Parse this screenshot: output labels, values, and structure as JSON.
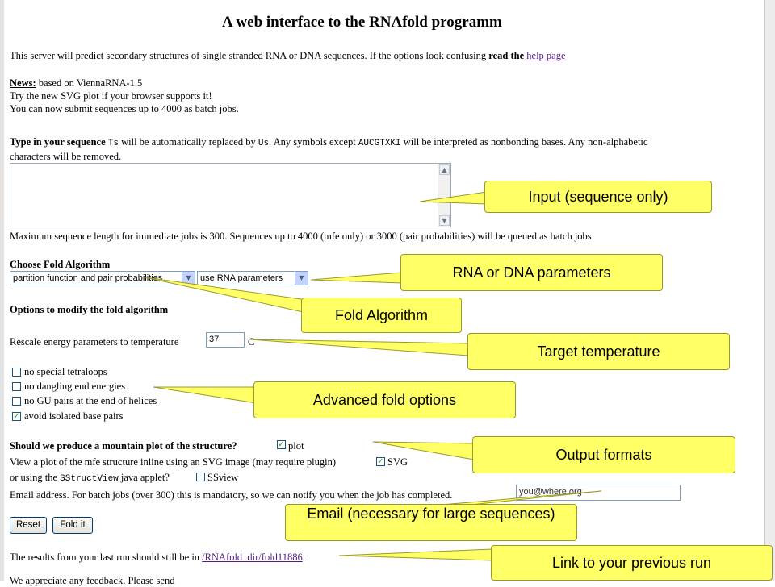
{
  "page": {
    "title": "A web interface to the RNAfold programm",
    "intro": "This server will predict secondary structures of single stranded RNA or DNA sequences. If the options look confusing",
    "intro_bold": "read the",
    "help_link": "help page",
    "news_label": "News:",
    "news_line1": " based on ViennaRNA-1.5",
    "news_line2": "Try the new SVG plot if your browser supports it!",
    "news_line3": "You can now submit sequences up to 4000 as batch jobs."
  },
  "sequence": {
    "heading": "Type in your sequence",
    "ts_code": "Ts",
    "text_a": " will be automatically replaced by ",
    "us_code": "Us",
    "text_b": ". Any symbols except ",
    "symbols_code": "AUCGTXKI",
    "text_c": " will be interpreted as nonbonding bases. Any non-alphabetic",
    "text_d": "characters will be removed.",
    "value": "",
    "maxlen_note": "Maximum sequence length for immediate jobs is 300. Sequences up to 4000 (mfe only) or 3000 (pair probabilities) will be queued as batch jobs"
  },
  "fold": {
    "heading": "Choose Fold Algorithm",
    "algorithm_selected": "partition function and pair probabilities",
    "params_selected": "use RNA parameters"
  },
  "options": {
    "heading": "Options to modify the fold algorithm",
    "temp_label": "Rescale energy parameters to temperature",
    "temp_value": "37",
    "temp_unit": "C",
    "checkboxes": [
      {
        "label": "no special tetraloops",
        "checked": false
      },
      {
        "label": "no dangling end energies",
        "checked": false
      },
      {
        "label": "no GU pairs at the end of helices",
        "checked": false
      },
      {
        "label": "avoid isolated base pairs",
        "checked": true
      }
    ]
  },
  "output": {
    "mountain_question": "Should we produce a mountain plot of the structure?",
    "plot_label": "plot",
    "plot_checked": true,
    "svg_text": "View a plot of the mfe structure inline using an SVG image (may require plugin)",
    "svg_label": "SVG",
    "svg_checked": true,
    "ssview_pre": "or using the ",
    "ssview_code": "SStructView",
    "ssview_post": " java applet?",
    "ssview_label": "SSview",
    "ssview_checked": false,
    "email_label": "Email address. For batch jobs (over 300) this is mandatory, so we can notify you when the job has completed.",
    "email_value": "you@where.org"
  },
  "buttons": {
    "reset": "Reset",
    "fold": "Fold it"
  },
  "results": {
    "text": "The results from your last run should still be in ",
    "link": "/RNAfold_dir/fold11886",
    "end": "."
  },
  "footer_partial": "We appreciate any feedback. Please send",
  "callouts": {
    "input": "Input (sequence only)",
    "params": "RNA or DNA parameters",
    "algorithm": "Fold Algorithm",
    "temperature": "Target temperature",
    "advanced": "Advanced fold options",
    "output": "Output formats",
    "email": "Email (necessary for large sequences)",
    "previous": "Link to your previous run"
  },
  "colors": {
    "callout_fill": "#ffff66",
    "link": "#551a8b",
    "checkbox_check": "#21a121"
  }
}
